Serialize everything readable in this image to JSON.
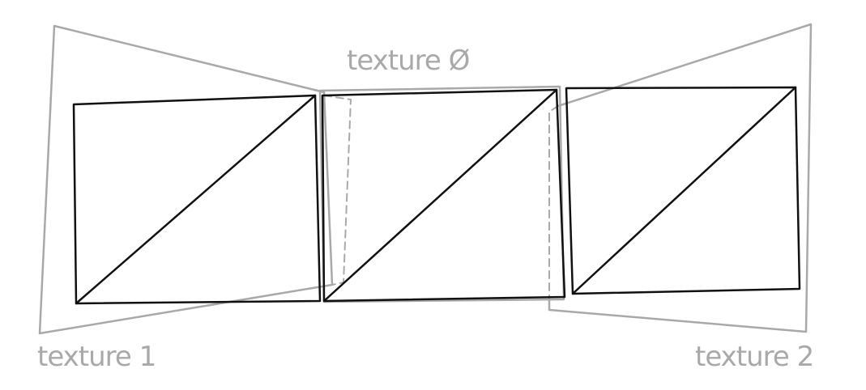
{
  "colors": {
    "quad_stroke": "#111111",
    "texture_stroke": "#a9a9a9",
    "background": "#ffffff"
  },
  "labels": {
    "texture0": "texture Ø",
    "texture1": "texture 1",
    "texture2": "texture 2"
  }
}
